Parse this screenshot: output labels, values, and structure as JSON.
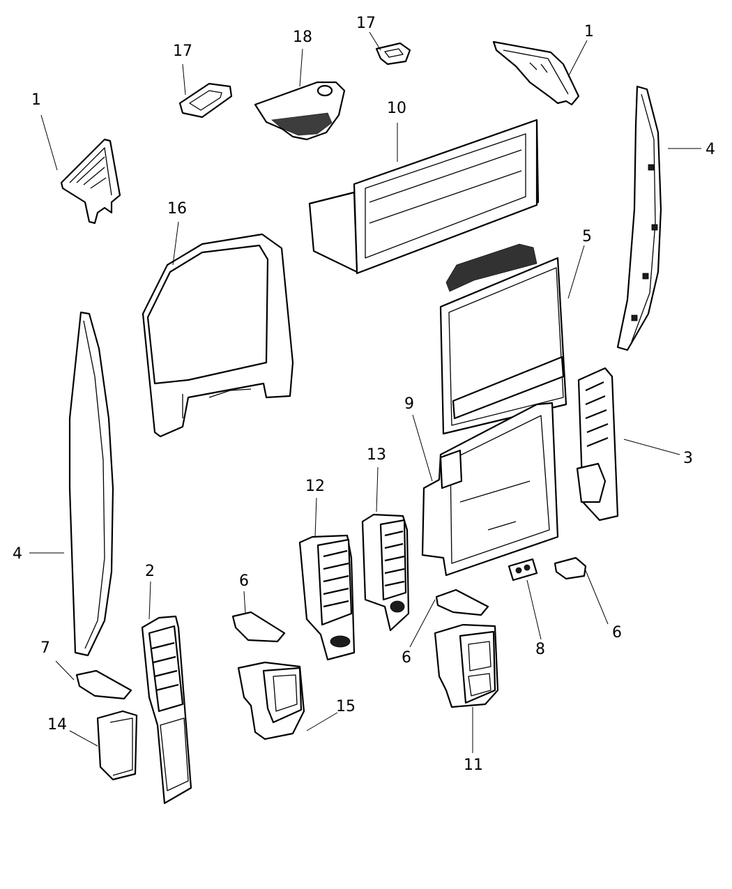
{
  "callouts": [
    {
      "id": "c1-left",
      "label": "1"
    },
    {
      "id": "c1-right",
      "label": "1"
    },
    {
      "id": "c2",
      "label": "2"
    },
    {
      "id": "c3",
      "label": "3"
    },
    {
      "id": "c4-right",
      "label": "4"
    },
    {
      "id": "c4-left",
      "label": "4"
    },
    {
      "id": "c5",
      "label": "5"
    },
    {
      "id": "c6-a",
      "label": "6"
    },
    {
      "id": "c6-b",
      "label": "6"
    },
    {
      "id": "c6-c",
      "label": "6"
    },
    {
      "id": "c7",
      "label": "7"
    },
    {
      "id": "c8",
      "label": "8"
    },
    {
      "id": "c9",
      "label": "9"
    },
    {
      "id": "c10",
      "label": "10"
    },
    {
      "id": "c11",
      "label": "11"
    },
    {
      "id": "c12",
      "label": "12"
    },
    {
      "id": "c13",
      "label": "13"
    },
    {
      "id": "c14",
      "label": "14"
    },
    {
      "id": "c15",
      "label": "15"
    },
    {
      "id": "c16",
      "label": "16"
    },
    {
      "id": "c17-left",
      "label": "17"
    },
    {
      "id": "c17-right",
      "label": "17"
    },
    {
      "id": "c18",
      "label": "18"
    }
  ]
}
